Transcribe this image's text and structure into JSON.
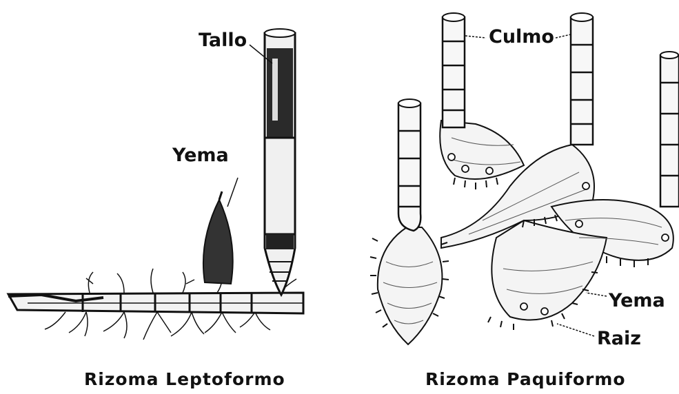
{
  "left_panel": {
    "caption": "Rizoma Leptoformo",
    "labels": {
      "stem": "Tallo",
      "bud": "Yema"
    }
  },
  "right_panel": {
    "caption": "Rizoma Paquiformo",
    "labels": {
      "culm": "Culmo",
      "bud": "Yema",
      "root": "Raiz"
    }
  }
}
